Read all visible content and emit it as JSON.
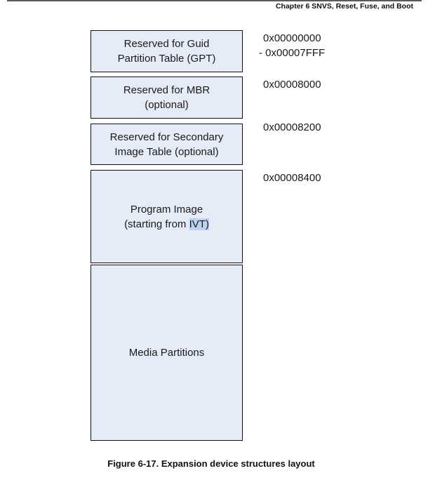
{
  "header": {
    "running_head": "Chapter 6 SNVS, Reset, Fuse, and Boot"
  },
  "diagram": {
    "blocks": [
      {
        "lines": [
          "Reserved for Guid",
          "Partition Table (GPT)"
        ],
        "address": [
          "0x00000000",
          "- 0x00007FFF"
        ]
      },
      {
        "lines": [
          "Reserved for MBR",
          "(optional)"
        ],
        "address": [
          "0x00008000"
        ]
      },
      {
        "lines": [
          "Reserved for Secondary",
          "Image Table (optional)"
        ],
        "address": [
          "0x00008200"
        ]
      },
      {
        "lines": [
          "Program Image",
          "(starting from ",
          "IVT",
          ")"
        ],
        "address": [
          "0x00008400"
        ]
      },
      {
        "lines": [
          "Media Partitions"
        ],
        "address": []
      }
    ],
    "selected_text": "IVT)",
    "colors": {
      "block_fill": "#e6ecf7",
      "block_border": "#111111",
      "selection": "#bcd2f0"
    }
  },
  "caption": "Figure 6-17. Expansion device structures layout"
}
